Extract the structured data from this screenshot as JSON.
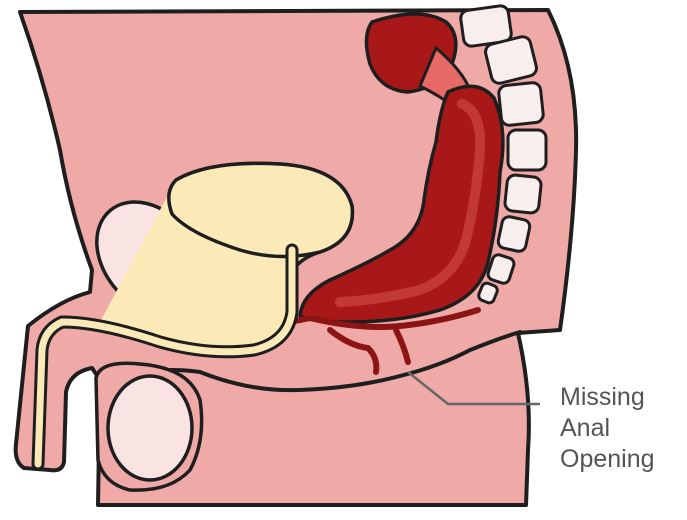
{
  "callout": {
    "lines": [
      "Missing",
      "Anal",
      "Opening"
    ]
  },
  "colors": {
    "body": "#efaaa8",
    "outline": "#1e1e1e",
    "bladder": "#fbeab8",
    "scrotum_testis": "#f9e3e3",
    "bowel_dark": "#a81818",
    "bowel_light": "#d04444",
    "spine_bone": "#f8eeee",
    "callout_text": "#555555"
  }
}
